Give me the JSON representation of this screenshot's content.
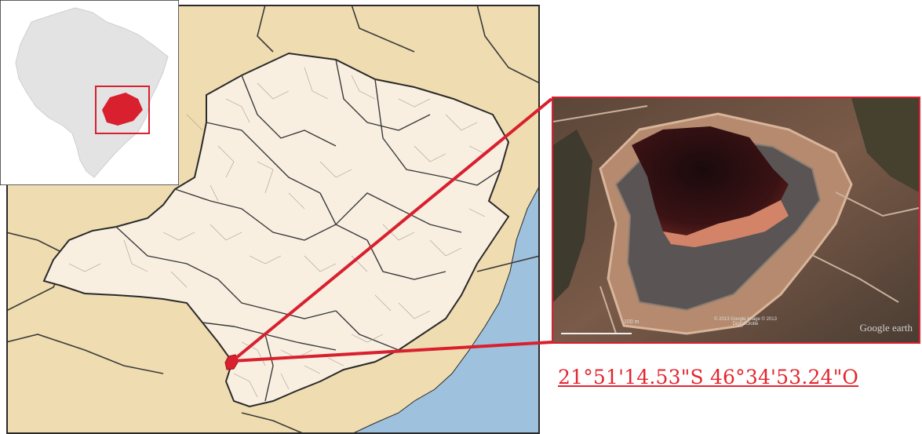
{
  "map": {
    "highlight_color": "#d8202f",
    "land_color": "#efdcb0",
    "state_fill": "#f8efe1",
    "water_color": "#9ec1dd",
    "border_color": "#2a2a2a"
  },
  "inset": {
    "country_color": "#e3e3e3",
    "highlight_color": "#d8202f"
  },
  "satellite": {
    "watermark": "Google earth",
    "image_credit": "© 2013 Google Image © 2013 DigitalGlobe",
    "scale_text": "100 m"
  },
  "coordinates": {
    "text": "21°51'14.53\"S 46°34'53.24\"O"
  }
}
